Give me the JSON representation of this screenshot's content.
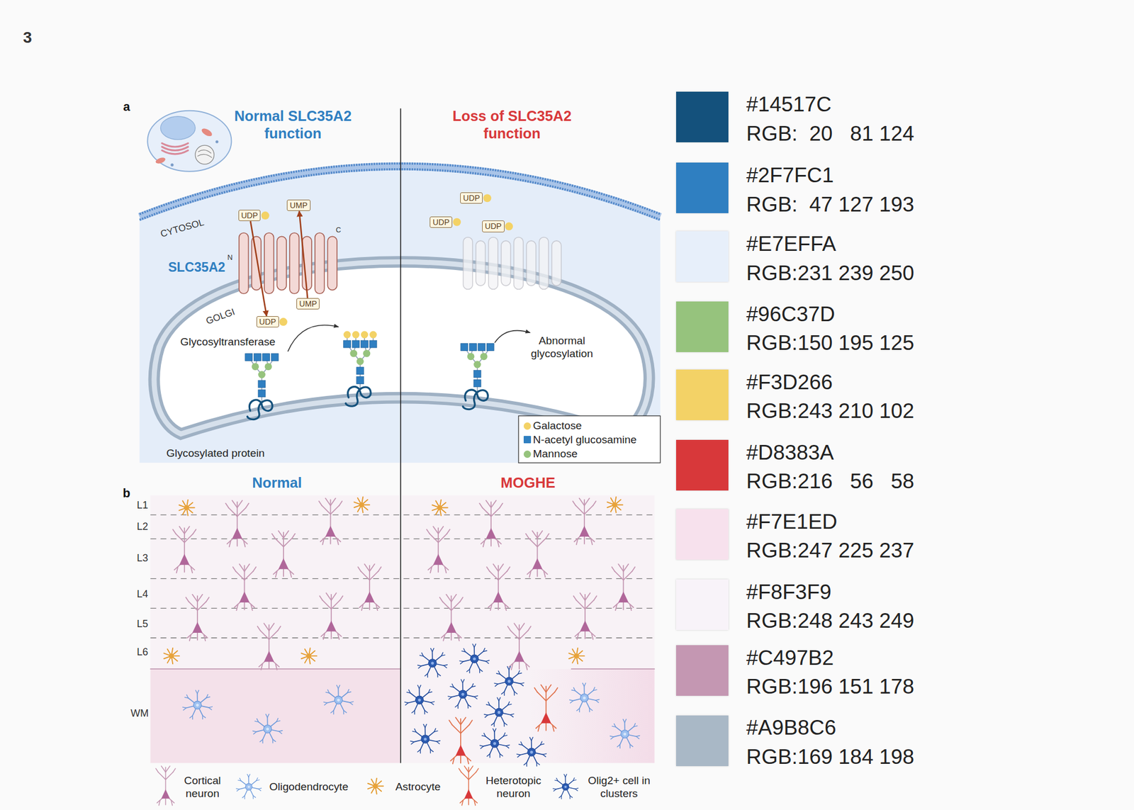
{
  "diagram": {
    "nodes": [
      {
        "text": [
          "UDP"
        ]
      },
      {
        "text": [
          "UMP"
        ]
      },
      {
        "text": [
          "UMP"
        ]
      },
      {
        "text": [
          "UDP"
        ]
      },
      {
        "text": [
          "UDP"
        ]
      },
      {
        "text": [
          "UDP"
        ]
      },
      {
        "text": [
          "UDP"
        ]
      }
    ],
    "edges": [
      {
        "from": 0,
        "to": 3,
        "arrow": "to"
      },
      {
        "from": 2,
        "to": 1,
        "arrow": "to"
      }
    ],
    "labels": [
      "3",
      "a",
      "Normal SLC35A2 function",
      "Loss of SLC35A2 function",
      "CYTOSOL",
      "SLC35A2",
      "N",
      "C",
      "GOLGI",
      "Glycosyltransferase",
      "Glycosylated protein",
      "Abnormal glycosylation",
      "b",
      "Normal",
      "MOGHE",
      "L1",
      "L2",
      "L3",
      "L4",
      "L5",
      "L6",
      "WM",
      "RGB:  20   81 124",
      "RGB:  47 127 193",
      "RGB:231 239 250",
      "RGB:150 195 125",
      "RGB:243 210 102",
      "RGB:216   56   58",
      "RGB:247 225 237",
      "RGB:248 243 249",
      "RGB:196 151 178",
      "RGB:169 184 198"
    ],
    "legend": [
      {
        "text": "Galactose",
        "color": "#F3D266"
      },
      {
        "text": "N-acetyl glucosamine",
        "color": "#2F7FC1"
      },
      {
        "text": "Mannose",
        "color": "#96C37D"
      },
      {
        "text": "Cortical neuron"
      },
      {
        "text": "Oligodendrocyte"
      },
      {
        "text": "Astrocyte"
      },
      {
        "text": "Heterotopic neuron"
      },
      {
        "text": "Olig2+ cell in clusters"
      },
      {
        "text": "#14517C",
        "color": "#14517C"
      },
      {
        "text": "#2F7FC1",
        "color": "#2F7FC1"
      },
      {
        "text": "#E7EFFA",
        "color": "#E7EFFA"
      },
      {
        "text": "#96C37D",
        "color": "#96C37D"
      },
      {
        "text": "#F3D266",
        "color": "#F3D266"
      },
      {
        "text": "#D8383A",
        "color": "#D8383A"
      },
      {
        "text": "#F7E1ED",
        "color": "#F7E1ED"
      },
      {
        "text": "#F8F3F9",
        "color": "#F8F3F9"
      },
      {
        "text": "#C497B2",
        "color": "#C497B2"
      },
      {
        "text": "#A9B8C6",
        "color": "#A9B8C6"
      }
    ]
  }
}
